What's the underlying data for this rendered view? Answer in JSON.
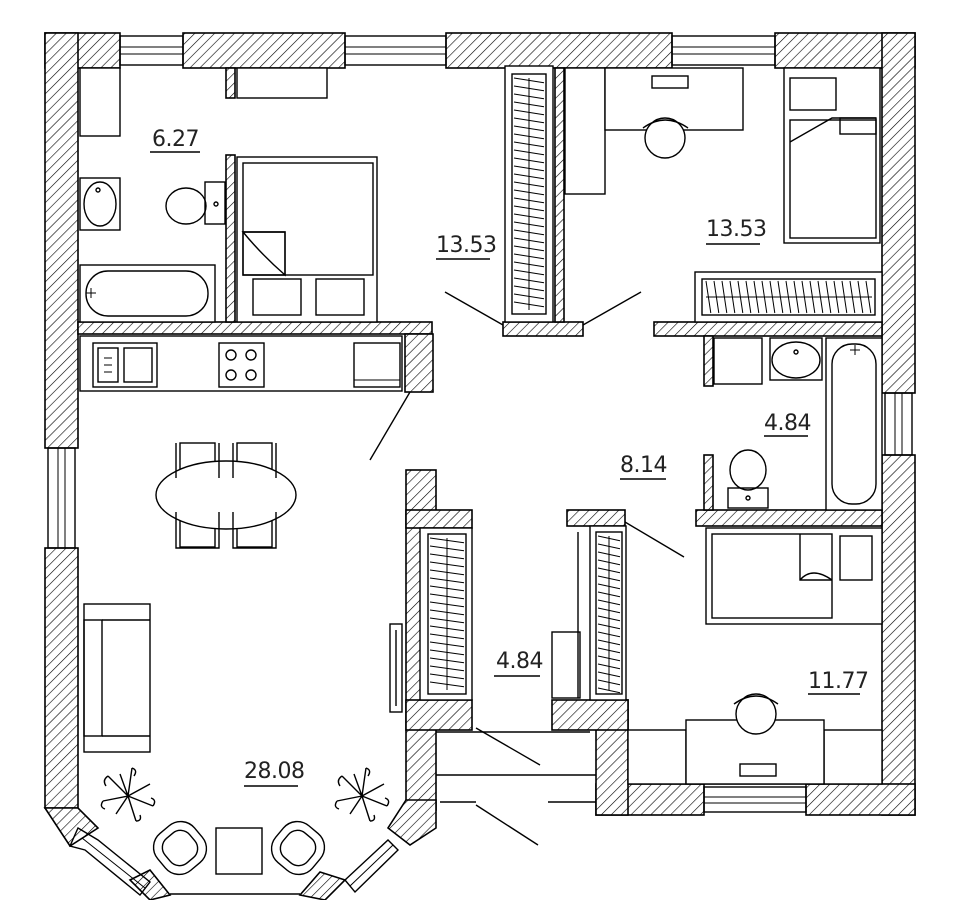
{
  "rooms": {
    "bathroom_left": "6.27",
    "bedroom_left": "13.53",
    "bedroom_right": "13.53",
    "bathroom_right": "4.84",
    "hall": "8.14",
    "corridor": "4.84",
    "bedroom_bottom": "11.77",
    "living_kitchen": "28.08"
  },
  "colors": {
    "wall_hatch": "#000000",
    "background": "#ffffff"
  },
  "icon_names": [
    "bathtub-icon",
    "toilet-icon",
    "washbasin-icon",
    "bed-icon",
    "wardrobe-icon",
    "desk-icon",
    "chair-icon",
    "kitchen-sink-icon",
    "stove-icon",
    "dining-table-icon",
    "sofa-icon",
    "armchair-icon",
    "plant-icon",
    "door-icon",
    "window-icon"
  ]
}
